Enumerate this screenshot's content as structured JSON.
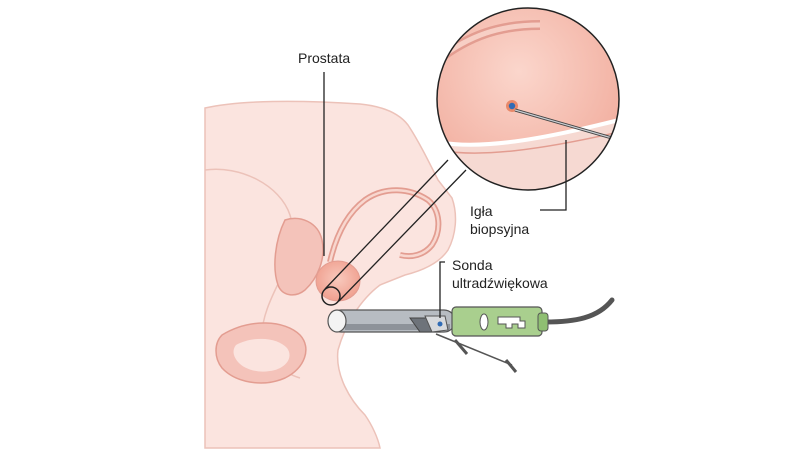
{
  "labels": {
    "prostate": "Prostata",
    "needle_line1": "Igła",
    "needle_line2": "biopsyjna",
    "probe_line1": "Sonda",
    "probe_line2": "ultradźwiękowa"
  },
  "colors": {
    "body_fill": "#fbe4df",
    "body_stroke": "#ecc2b9",
    "organ_fill": "#f4c3ba",
    "organ_stroke": "#e39d91",
    "prostate_fill": "#f2a999",
    "probe_green": "#a9cf8e",
    "probe_metal": "#b7bcc2",
    "cable": "#555555",
    "lesion": "#2f6bb5",
    "leader_line": "#222222"
  },
  "icons": {
    "probe_tip": "ultrasound-probe-tip",
    "needle": "biopsy-needle",
    "lesion": "lesion-marker"
  }
}
